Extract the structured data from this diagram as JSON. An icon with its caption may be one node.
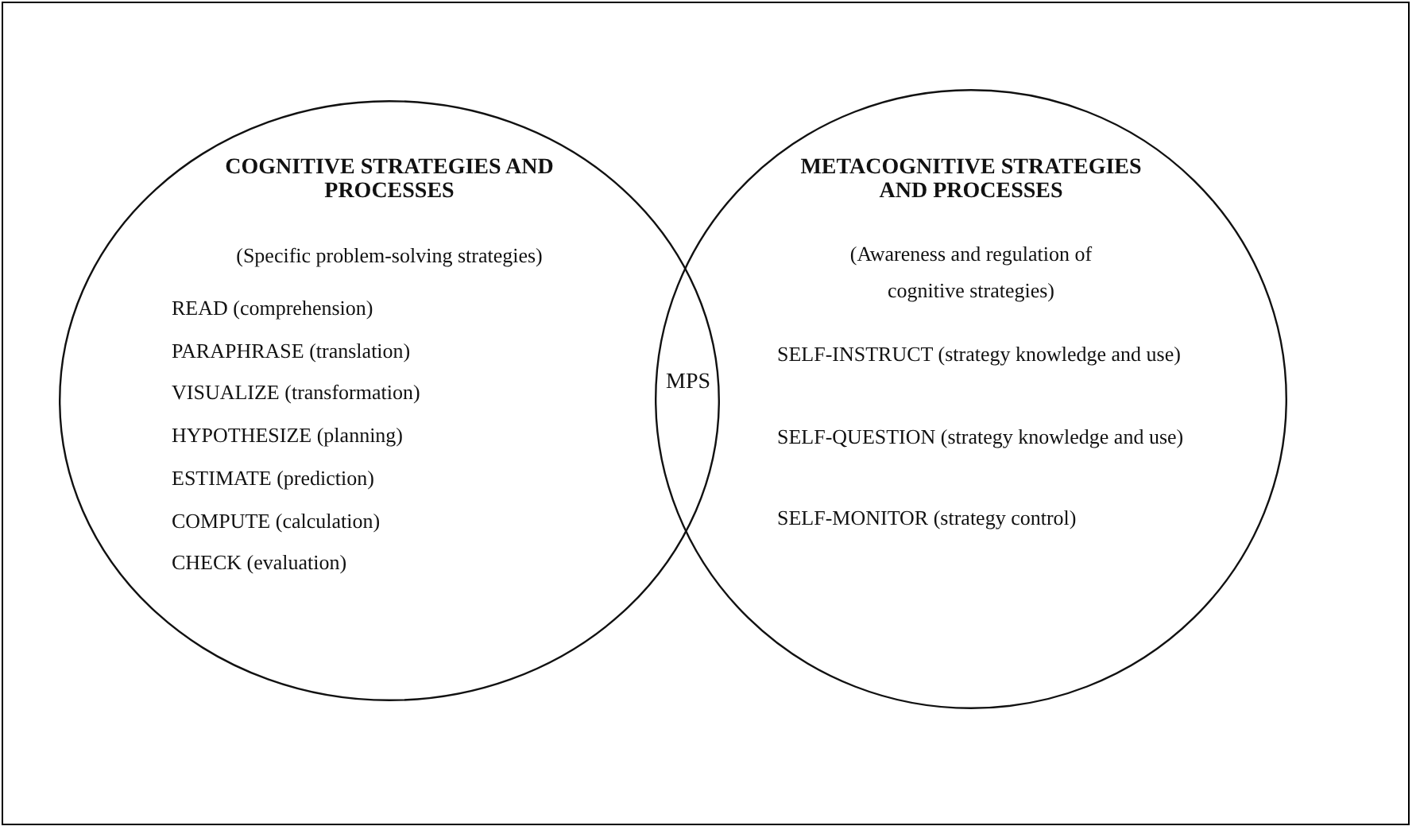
{
  "diagram": {
    "nodes": [
      {
        "text": [
          "COGNITIVE STRATEGIES AND PROCESSES",
          "(Specific problem-solving strategies)",
          "READ (comprehension)",
          "PARAPHRASE (translation)",
          "VISUALIZE (transformation)",
          "HYPOTHESIZE (planning)",
          "ESTIMATE (prediction)",
          "COMPUTE (calculation)",
          "CHECK (evaluation)"
        ]
      },
      {
        "text": [
          "METACOGNITIVE STRATEGIES AND PROCESSES",
          "(Awareness and regulation of cognitive strategies)",
          "SELF-INSTRUCT (strategy knowledge and use)",
          "SELF-QUESTION (strategy knowledge and use)",
          "SELF-MONITOR (strategy control)"
        ]
      }
    ],
    "labels": [
      "MPS"
    ]
  }
}
